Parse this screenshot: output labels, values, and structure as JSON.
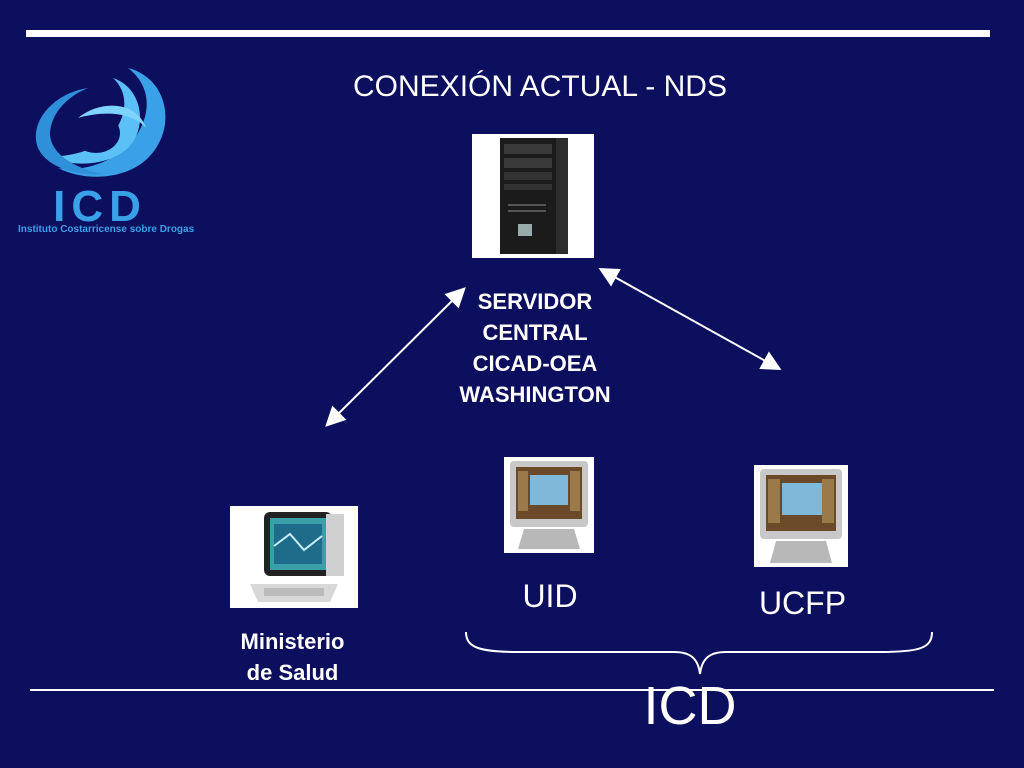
{
  "slide": {
    "title": "CONEXIÓN ACTUAL - NDS",
    "logo": {
      "text": "ICD",
      "subtitle": "Instituto Costarricense sobre Drogas"
    },
    "nodes": {
      "server": {
        "icon": "server-tower-icon",
        "label_lines": [
          "SERVIDOR",
          "CENTRAL",
          "CICAD-OEA",
          "WASHINGTON"
        ]
      },
      "ministerio": {
        "icon": "computer-monitor-icon",
        "label_lines": [
          "Ministerio",
          "de Salud"
        ]
      },
      "uid": {
        "icon": "monitor-icon",
        "label": "UID"
      },
      "ucfp": {
        "icon": "monitor-icon",
        "label": "UCFP"
      }
    },
    "group_label": "ICD"
  },
  "colors": {
    "background": "#0c0e5e",
    "logo_blue": "#3aa0e8",
    "text": "#ffffff"
  }
}
